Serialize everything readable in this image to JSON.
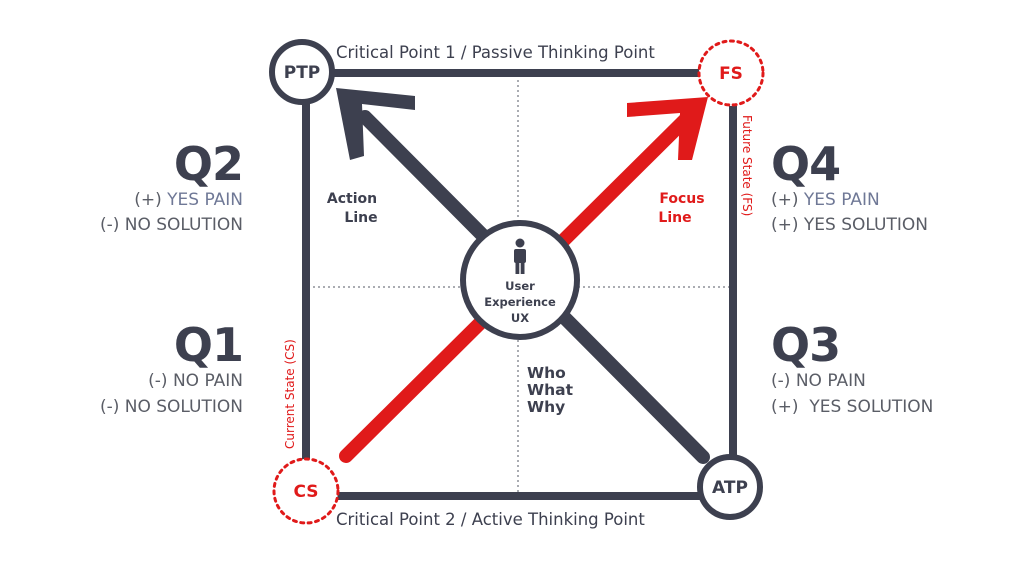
{
  "colors": {
    "dark": "#3d404f",
    "red": "#e01a1a",
    "gray_text": "#5a5d66",
    "blue_gray": "#6f7896",
    "background": "#ffffff"
  },
  "nodes": {
    "ptp": "PTP",
    "fs": "FS",
    "cs": "CS",
    "atp": "ATP"
  },
  "edges": {
    "top": "Critical Point 1 / Passive Thinking Point",
    "bottom": "Critical Point 2 / Active Thinking Point",
    "left": "Current State (CS)",
    "right": "Future State (FS)"
  },
  "lines": {
    "action": [
      "Action",
      "Line"
    ],
    "focus": [
      "Focus",
      "Line"
    ]
  },
  "center": {
    "icon": "person-icon",
    "lines": [
      "User",
      "Experience",
      "UX"
    ]
  },
  "who_what_why": [
    "Who",
    "What",
    "Why"
  ],
  "quadrants": {
    "q2": {
      "title": "Q2",
      "line1": {
        "sign": "(+) ",
        "text": "YES PAIN",
        "accent": true
      },
      "line2": {
        "sign": "(-) ",
        "text": "NO SOLUTION",
        "accent": false
      }
    },
    "q1": {
      "title": "Q1",
      "line1": {
        "sign": "(-) ",
        "text": "NO PAIN",
        "accent": false
      },
      "line2": {
        "sign": "(-) ",
        "text": "NO SOLUTION",
        "accent": false
      }
    },
    "q4": {
      "title": "Q4",
      "line1": {
        "sign": "(+) ",
        "text": "YES PAIN",
        "accent": true
      },
      "line2": {
        "sign": "(+) ",
        "text": "YES SOLUTION",
        "accent": false
      }
    },
    "q3": {
      "title": "Q3",
      "line1": {
        "sign": "(-) ",
        "text": "NO PAIN",
        "accent": false
      },
      "line2": {
        "sign": "(+)  ",
        "text": "YES SOLUTION",
        "accent": false
      }
    }
  }
}
